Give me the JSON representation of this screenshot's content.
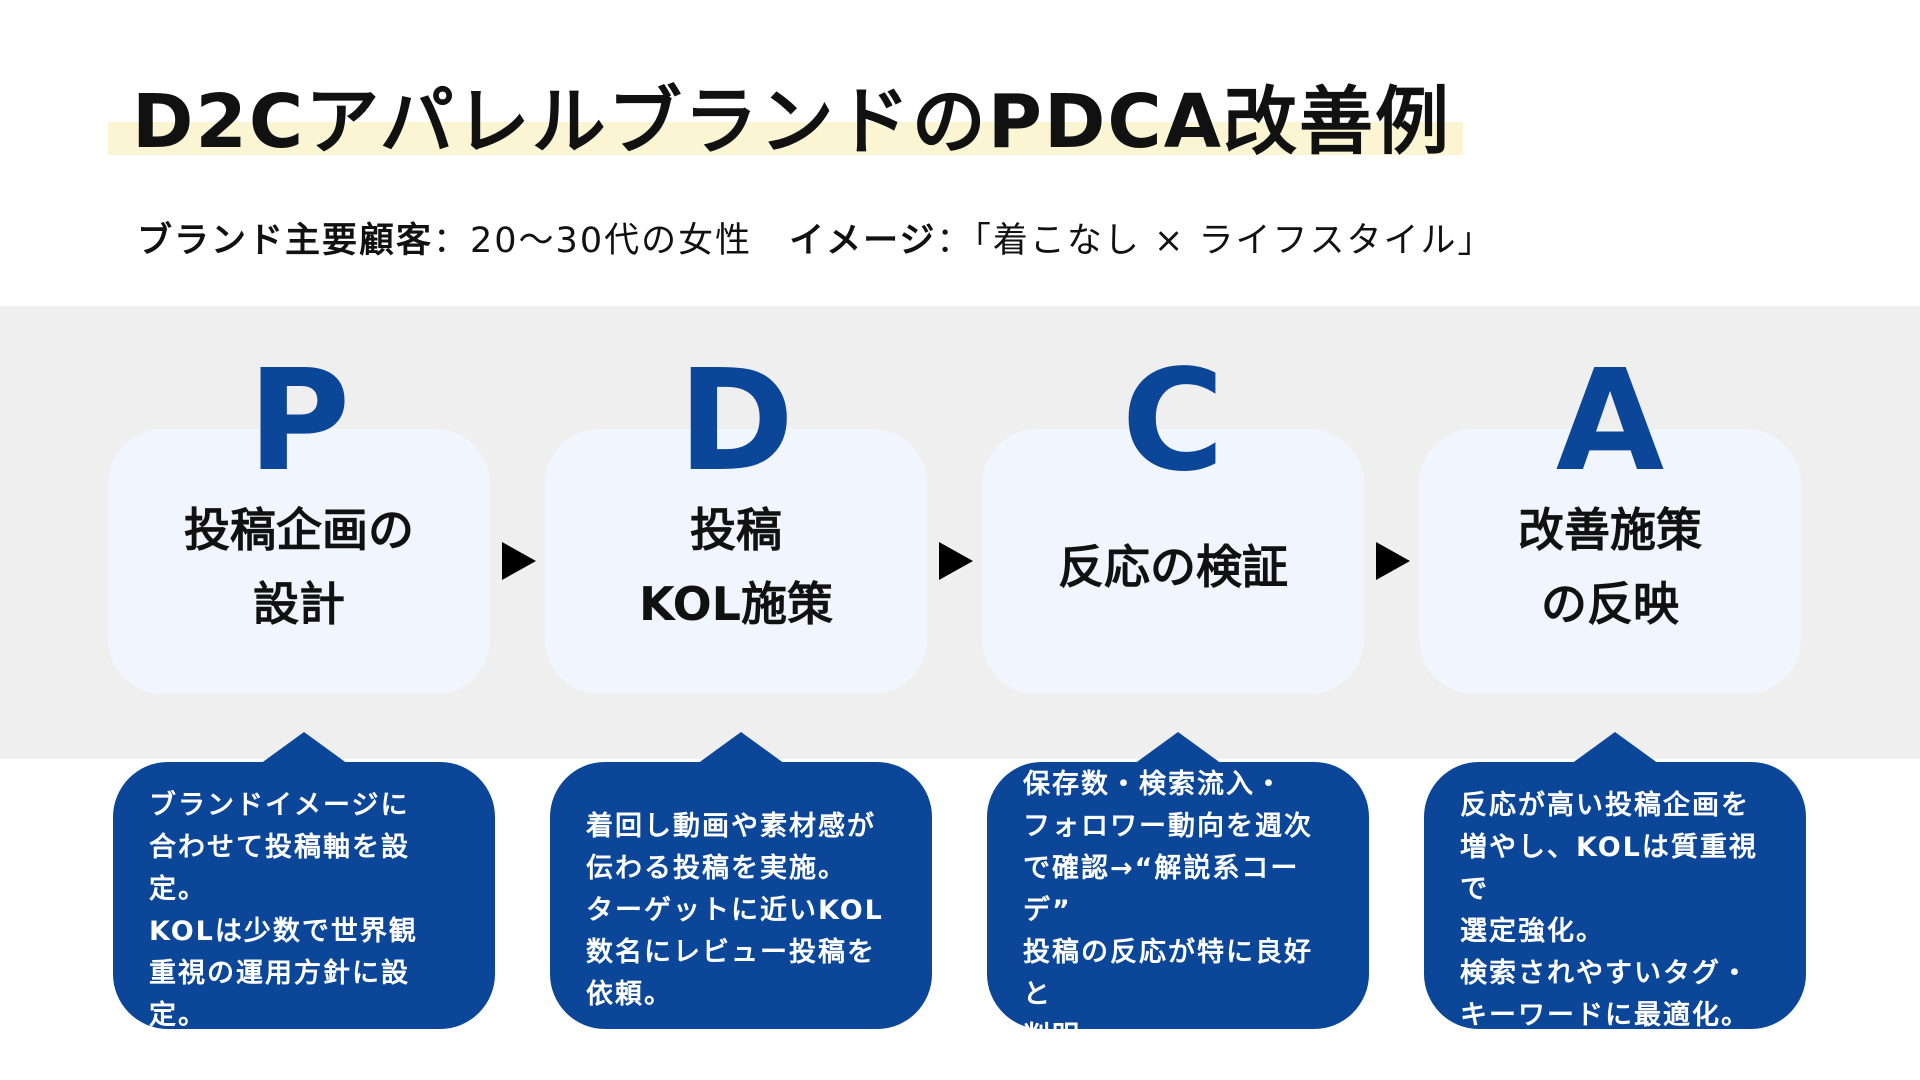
{
  "title": "D2CアパレルブランドのPDCA改善例",
  "subtitle": {
    "label1": "ブランド主要顧客",
    "value1": "：20～30代の女性",
    "label2": "イメージ",
    "value2": "：「着こなし × ライフスタイル」"
  },
  "steps": [
    {
      "letter": "P",
      "title": "投稿企画の\n設計",
      "detail": "ブランドイメージに\n合わせて投稿軸を設定。\nKOLは少数で世界観\n重視の運用方針に設定。"
    },
    {
      "letter": "D",
      "title": "投稿\nKOL施策",
      "detail": "着回し動画や素材感が\n伝わる投稿を実施。\nターゲットに近いKOL\n数名にレビュー投稿を\n依頼。"
    },
    {
      "letter": "C",
      "title": "反応の検証",
      "detail": "保存数・検索流入・\nフォロワー動向を週次\nで確認→“解説系コーデ”\n投稿の反応が特に良好と\n判明。"
    },
    {
      "letter": "A",
      "title": "改善施策\nの反映",
      "detail": "反応が高い投稿企画を\n増やし、KOLは質重視で\n選定強化。\n検索されやすいタグ・\nキーワードに最適化。"
    }
  ],
  "colors": {
    "accent": "#0b4699",
    "card": "#f0f5fe",
    "band": "#efefef",
    "highlight": "#fbf5d4"
  }
}
